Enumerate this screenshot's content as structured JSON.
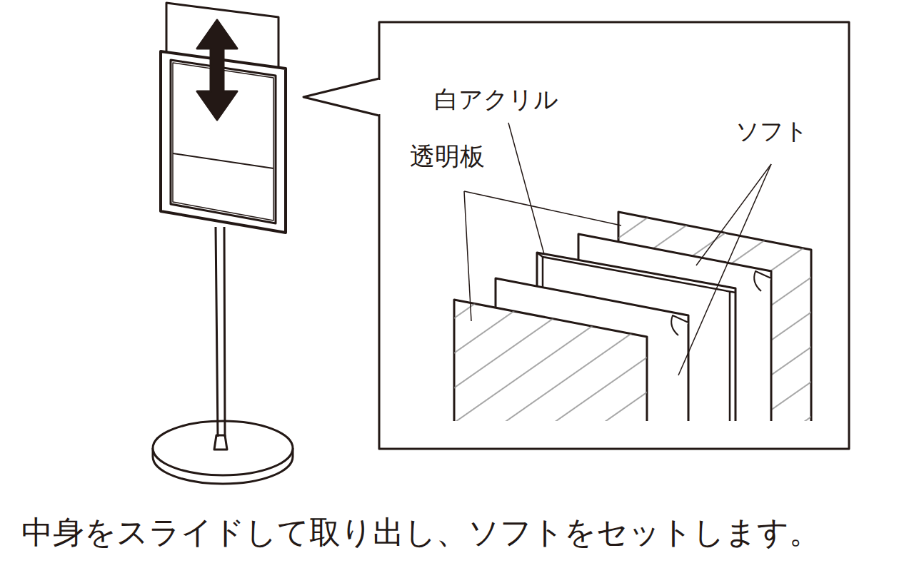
{
  "diagram": {
    "caption": "中身をスライドして取り出し、ソフトをセットします。",
    "labels": [
      "白アクリル",
      "透明板",
      "ソフト"
    ]
  }
}
